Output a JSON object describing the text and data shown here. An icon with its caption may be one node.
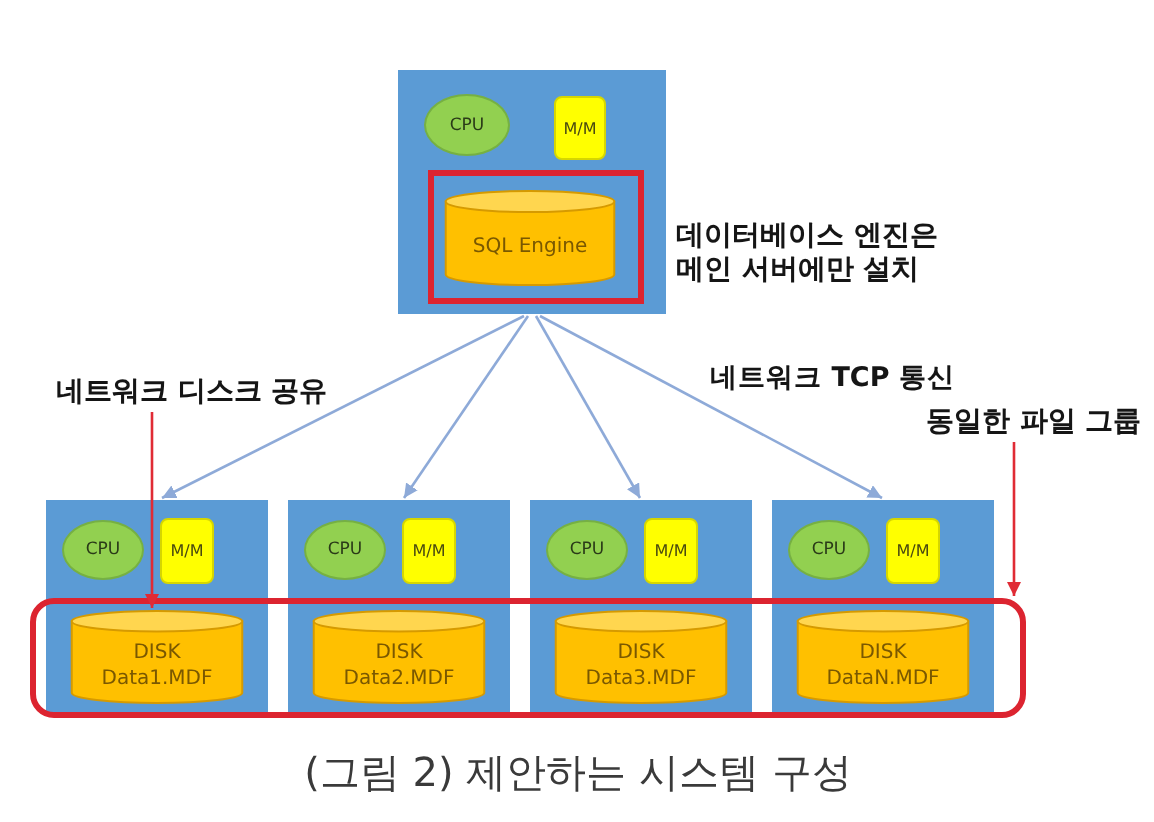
{
  "diagram": {
    "caption": "(그림 2) 제안하는 시스템 구성",
    "nodes": [
      {
        "text": [],
        "shape": "box"
      },
      {
        "text": [
          "CPU"
        ],
        "in": 0
      },
      {
        "text": [
          "M/M"
        ],
        "in": 0
      },
      {
        "text": [],
        "shape": "box",
        "in": 0,
        "beside": [
          "데이터베이스 엔진은 메인 서버에만 설치"
        ]
      },
      {
        "text": [
          "SQL Engine"
        ],
        "in": 3
      },
      {
        "text": [
          "네트워크 디스크 공유"
        ]
      },
      {
        "text": [
          "동일한 파일 그룹"
        ]
      },
      {
        "text": [],
        "shape": "box"
      },
      {
        "text": [
          "CPU"
        ],
        "in": 7
      },
      {
        "text": [
          "M/M"
        ],
        "in": 7
      },
      {
        "text": [
          "DISK Data1.MDF"
        ]
      },
      {
        "text": [],
        "shape": "box"
      },
      {
        "text": [
          "CPU"
        ],
        "in": 11
      },
      {
        "text": [
          "M/M"
        ],
        "in": 11
      },
      {
        "text": [
          "DISK Data2.MDF"
        ]
      },
      {
        "text": [],
        "shape": "box"
      },
      {
        "text": [
          "CPU"
        ],
        "in": 15
      },
      {
        "text": [
          "M/M"
        ],
        "in": 15
      },
      {
        "text": [
          "DISK Data3.MDF"
        ]
      },
      {
        "text": [],
        "shape": "box"
      },
      {
        "text": [
          "CPU"
        ],
        "in": 19
      },
      {
        "text": [
          "M/M"
        ],
        "in": 19
      },
      {
        "text": [
          "DISK DataN.MDF"
        ]
      },
      {
        "text": [],
        "shape": "box"
      }
    ],
    "edges": [
      {
        "from": 0,
        "to": 7,
        "arrow": "to"
      },
      {
        "from": 0,
        "to": 11,
        "arrow": "to"
      },
      {
        "from": 0,
        "to": 15,
        "arrow": "to"
      },
      {
        "from": 0,
        "to": 19,
        "arrow": "to"
      },
      {
        "from": 5,
        "to": 10,
        "arrow": "to",
        "color": "#e02b35"
      },
      {
        "from": 6,
        "to": 23,
        "arrow": "to",
        "color": "#e02b35"
      }
    ],
    "labels": [
      "네트워크 TCP 통신"
    ]
  }
}
